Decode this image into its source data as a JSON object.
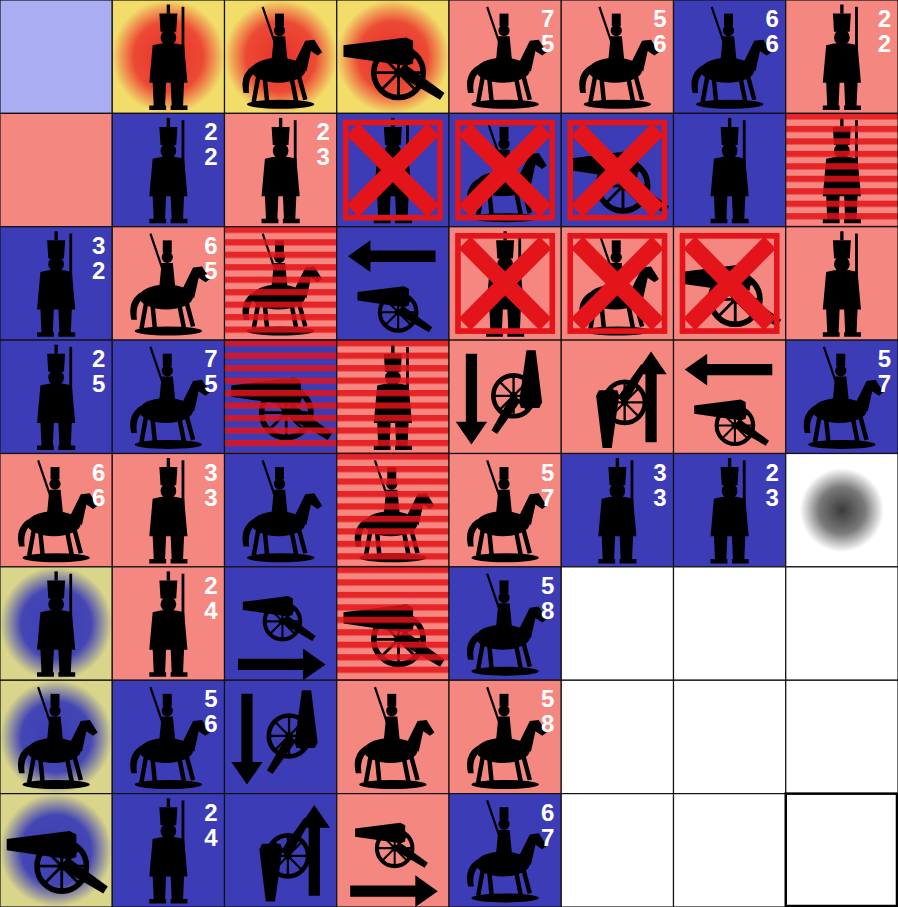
{
  "diagram": {
    "nodes": [
      {
        "text": [
          "7",
          "5"
        ]
      },
      {
        "text": [
          "5",
          "6"
        ]
      },
      {
        "text": [
          "6",
          "6"
        ]
      },
      {
        "text": [
          "2",
          "2"
        ]
      },
      {
        "text": [
          "2",
          "2"
        ]
      },
      {
        "text": [
          "2",
          "3"
        ]
      },
      {
        "text": [
          "3",
          "2"
        ]
      },
      {
        "text": [
          "6",
          "5"
        ]
      },
      {
        "text": [
          "2",
          "5"
        ]
      },
      {
        "text": [
          "7",
          "5"
        ]
      },
      {
        "text": [
          "5",
          "7"
        ]
      },
      {
        "text": [
          "6",
          "6"
        ]
      },
      {
        "text": [
          "3",
          "3"
        ]
      },
      {
        "text": [
          "5",
          "7"
        ]
      },
      {
        "text": [
          "3",
          "3"
        ]
      },
      {
        "text": [
          "2",
          "3"
        ]
      },
      {
        "text": [
          "2",
          "4"
        ]
      },
      {
        "text": [
          "5",
          "8"
        ]
      },
      {
        "text": [
          "5",
          "6"
        ]
      },
      {
        "text": [
          "5",
          "8"
        ]
      },
      {
        "text": [
          "2",
          "4"
        ]
      },
      {
        "text": [
          "6",
          "7"
        ]
      }
    ]
  }
}
